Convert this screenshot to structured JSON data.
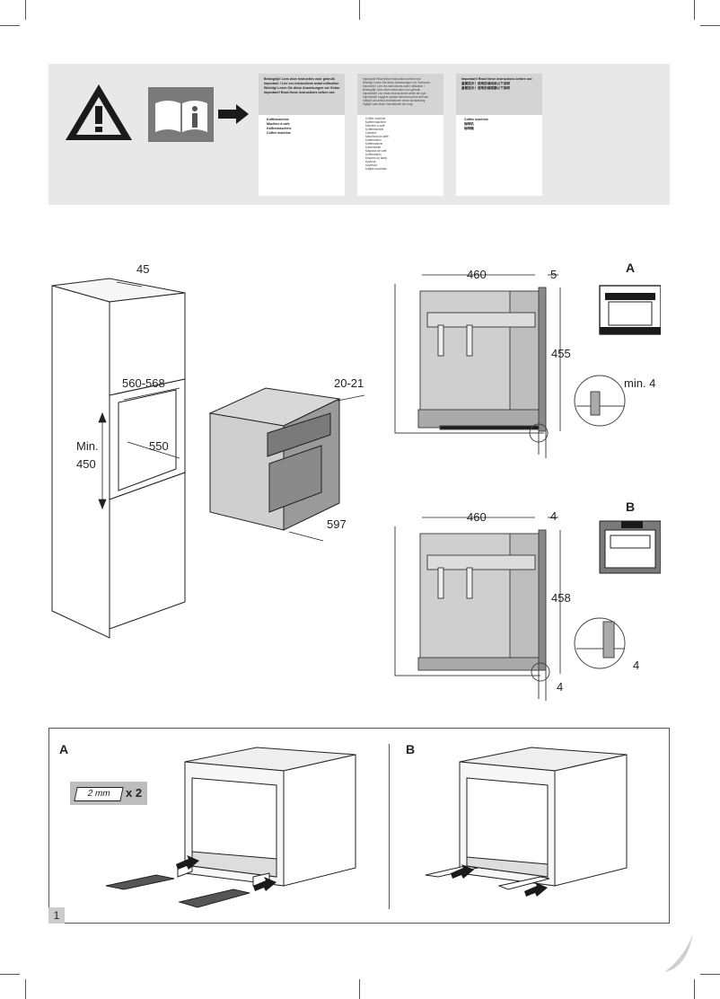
{
  "banner": {
    "card1": {
      "header_lines": [
        "Belangrijk! Lees deze instructies voor gebruik",
        "Important ! Lire ces instructions avant utilisation !",
        "Wichtig! Lesen Sie diese Anweisungen vor Gebrauch",
        "Important! Read these instructions before use"
      ],
      "body_lines": [
        "Koffiemachine",
        "Machine à café",
        "Kaffeemaschine",
        "Coffee machine"
      ]
    },
    "card2": {
      "header_lines": [
        "Important! Read these instructions before use",
        "Wichtig! Lesen Sie diese Anweisungen vor Gebrauch",
        "Important ! Lire ces instructions avant utilisation !",
        "Belangrijk! Lees deze instructies voor gebruik",
        "Importante! Lea estas instrucciones antes de usar",
        "Importante! Leggere queste istruzioni prima dell'uso",
        "Viktigt! Läs dessa instruktioner innan användning",
        "Vigtigt! Læs disse instruktioner før brug"
      ],
      "body_lines": [
        "Coffee machine",
        "Kaffeemaschine",
        "Machine à café",
        "Koffiemachine",
        "Cafetera",
        "Macchina da caffè",
        "Kaffemaskin",
        "Kaffemaskine",
        "Kahvinkeitin",
        "Máquina de café",
        "Kaffemaskin",
        "Ekspres do kawy",
        "Kávovar",
        "Kávéfőző",
        "Kafijas automāts"
      ]
    },
    "card3": {
      "header_lines": [
        "Important! Read these instructions before use",
        "重要提示！使用前请阅读以下说明",
        "重要提示！使用前請閱讀以下說明"
      ],
      "body_lines": [
        "Coffee machine",
        "咖啡机",
        "咖啡機"
      ]
    }
  },
  "fig_cabinet": {
    "dim_depth_top": "45",
    "dim_width": "560-568",
    "dim_depth": "550",
    "dim_min_label": "Min.",
    "dim_min_value": "450"
  },
  "fig_machine": {
    "dim_side": "20-21",
    "dim_width": "597"
  },
  "fig_a": {
    "label": "A",
    "dim_depth": "460",
    "dim_front": "5",
    "dim_height": "455",
    "dim_gap": "min. 4"
  },
  "fig_b": {
    "label": "B",
    "dim_depth": "460",
    "dim_front": "4",
    "dim_height": "458",
    "dim_gap": "4",
    "dim_bottom": "4"
  },
  "panel1": {
    "label_a": "A",
    "label_b": "B",
    "spacer_text": "2 mm",
    "spacer_count": "x 2",
    "figure_number": "1"
  }
}
